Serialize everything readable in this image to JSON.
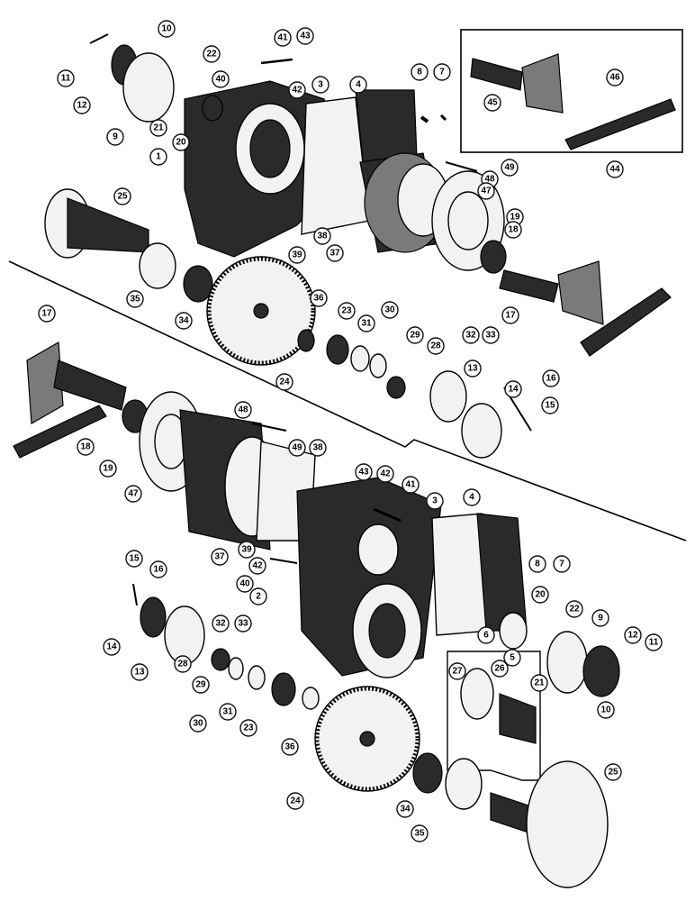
{
  "callouts": {
    "c1": "1",
    "c2": "2",
    "c3": "3",
    "c3b": "3",
    "c4": "4",
    "c4b": "4",
    "c5": "5",
    "c6": "6",
    "c7": "7",
    "c7b": "7",
    "c8": "8",
    "c8b": "8",
    "c9": "9",
    "c9b": "9",
    "c10": "10",
    "c10b": "10",
    "c11": "11",
    "c11b": "11",
    "c12": "12",
    "c12b": "12",
    "c13": "13",
    "c13b": "13",
    "c14": "14",
    "c14b": "14",
    "c15": "15",
    "c15b": "15",
    "c16": "16",
    "c16b": "16",
    "c17": "17",
    "c17b": "17",
    "c18": "18",
    "c18b": "18",
    "c19": "19",
    "c19b": "19",
    "c20": "20",
    "c20b": "20",
    "c21": "21",
    "c21b": "21",
    "c22": "22",
    "c22b": "22",
    "c23": "23",
    "c23b": "23",
    "c24": "24",
    "c24b": "24",
    "c25": "25",
    "c25b": "25",
    "c26": "26",
    "c27": "27",
    "c28": "28",
    "c28b": "28",
    "c29": "29",
    "c29b": "29",
    "c30": "30",
    "c30b": "30",
    "c31": "31",
    "c31b": "31",
    "c32": "32",
    "c32b": "32",
    "c33": "33",
    "c33b": "33",
    "c34": "34",
    "c34b": "34",
    "c35": "35",
    "c35b": "35",
    "c36": "36",
    "c36b": "36",
    "c37": "37",
    "c37b": "37",
    "c38": "38",
    "c38b": "38",
    "c39": "39",
    "c39b": "39",
    "c40": "40",
    "c40b": "40",
    "c41": "41",
    "c41b": "41",
    "c42": "42",
    "c42b": "42",
    "c43": "43",
    "c43b": "43",
    "c44": "44",
    "c45": "45",
    "c46": "46",
    "c47": "47",
    "c47b": "47",
    "c48": "48",
    "c48b": "48",
    "c49": "49",
    "c49b": "49"
  }
}
